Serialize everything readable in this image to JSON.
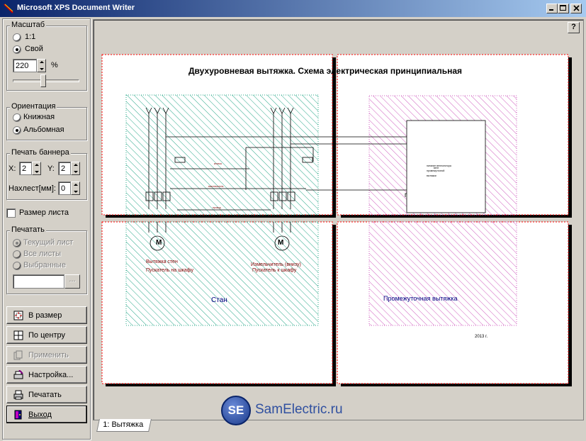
{
  "window": {
    "title": "Microsoft XPS Document Writer",
    "help_label": "?"
  },
  "scale": {
    "group_label": "Масштаб",
    "option_1to1": "1:1",
    "option_custom": "Свой",
    "value": "220",
    "unit": "%",
    "slider_level": 0.45
  },
  "orientation": {
    "group_label": "Ориентация",
    "portrait": "Книжная",
    "landscape": "Альбомная"
  },
  "banner": {
    "group_label": "Печать баннера",
    "x_label": "X:",
    "x_value": "2",
    "y_label": "Y:",
    "y_value": "2",
    "overlap_label": "Нахлест[мм]:",
    "overlap_value": "0"
  },
  "sheet_size": {
    "label": "Размер листа"
  },
  "print_group": {
    "group_label": "Печатать",
    "current": "Текущий лист",
    "all": "Все листы",
    "selected": "Выбранные",
    "browse_label": "..."
  },
  "buttons": {
    "fit": "В размер",
    "center": "По центру",
    "apply": "Применить",
    "setup": "Настройка...",
    "print": "Печатать",
    "exit": "Выход"
  },
  "tab": {
    "label": "1: Вытяжка"
  },
  "drawing": {
    "title": "Двухуровневая вытяжка. Схема электрическая принципиальная",
    "caption_bottom_left_1": "Вытяжка стен",
    "caption_bottom_left_2": "Пускатель на шкафу",
    "caption_bottom_mid_1": "Измельчитель (внизу)",
    "caption_bottom_mid_2": "Пускатель к шкафу",
    "zone_stan": "Стан",
    "zone_mid": "Промежуточная вытяжка",
    "year": "2013 г.",
    "motor_label": "M"
  },
  "watermark": {
    "badge": "SE",
    "text": "SamElectric.ru"
  },
  "colors": {
    "title_gradient_start": "#0a246a",
    "title_gradient_end": "#a6caf0",
    "zone_green": "#2aa88a",
    "zone_pink": "#d060c0",
    "page_border_red": "#ff0000"
  }
}
